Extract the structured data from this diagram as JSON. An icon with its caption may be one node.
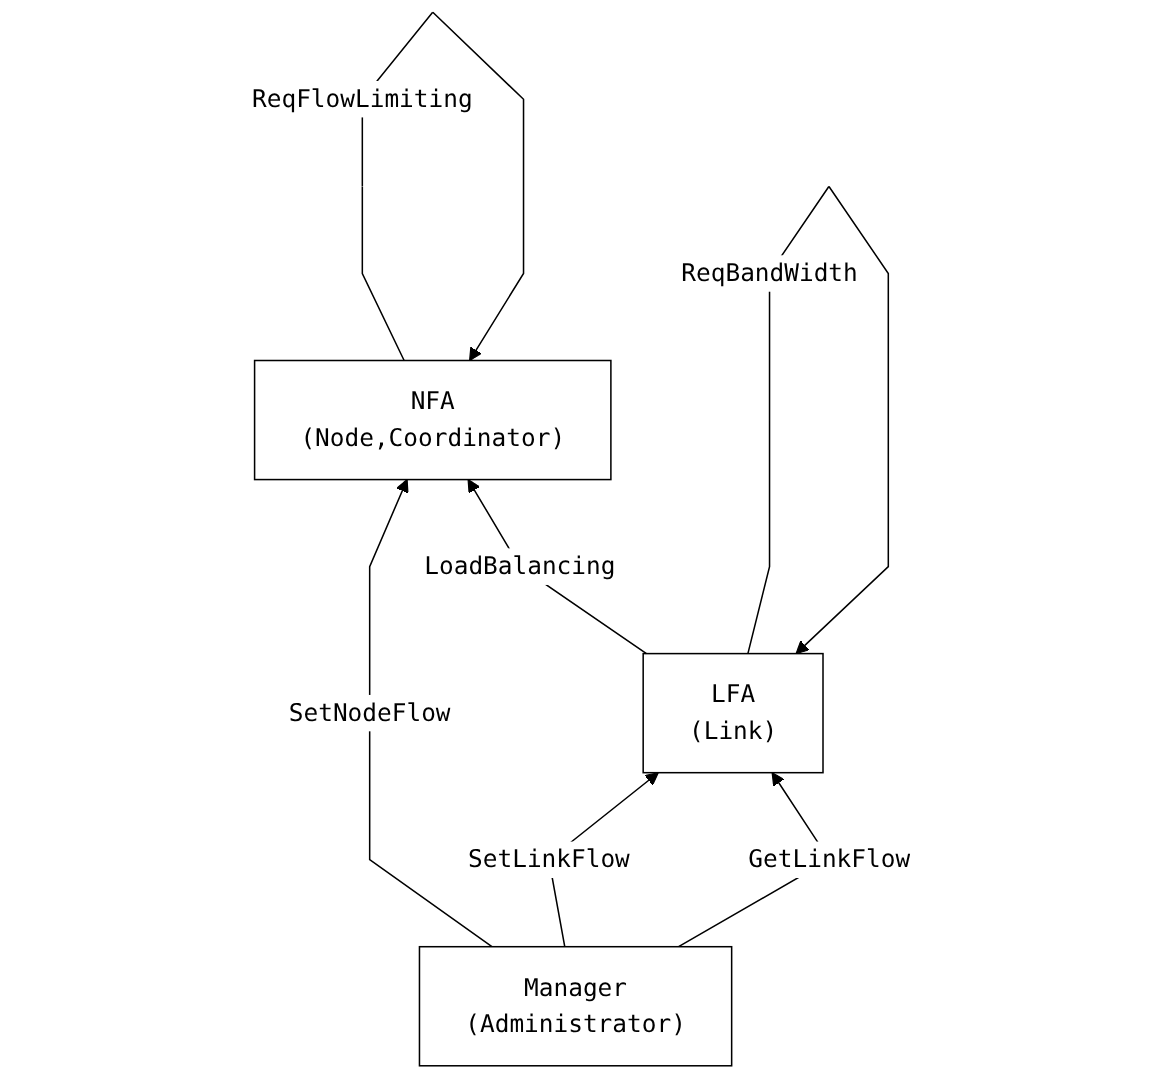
{
  "diagram": {
    "nodes": [
      {
        "text": [
          "NFA",
          "(Node,Coordinator)"
        ]
      },
      {
        "text": [
          "Manager",
          "(Administrator)"
        ]
      },
      {
        "text": [
          "LFA",
          "(Link)"
        ]
      }
    ],
    "edges": [
      {
        "from": 0,
        "to": 0,
        "arrow": "to",
        "label": "ReqFlowLimiting"
      },
      {
        "from": 1,
        "to": 0,
        "arrow": "to",
        "label": "SetNodeFlow"
      },
      {
        "from": 2,
        "to": 0,
        "arrow": "to",
        "label": "LoadBalancing"
      },
      {
        "from": 1,
        "to": 2,
        "arrow": "to",
        "label": "SetLinkFlow"
      },
      {
        "from": 1,
        "to": 2,
        "arrow": "to",
        "label": "GetLinkFlow"
      },
      {
        "from": 2,
        "to": 2,
        "arrow": "to",
        "label": "ReqBandWidth"
      }
    ]
  }
}
